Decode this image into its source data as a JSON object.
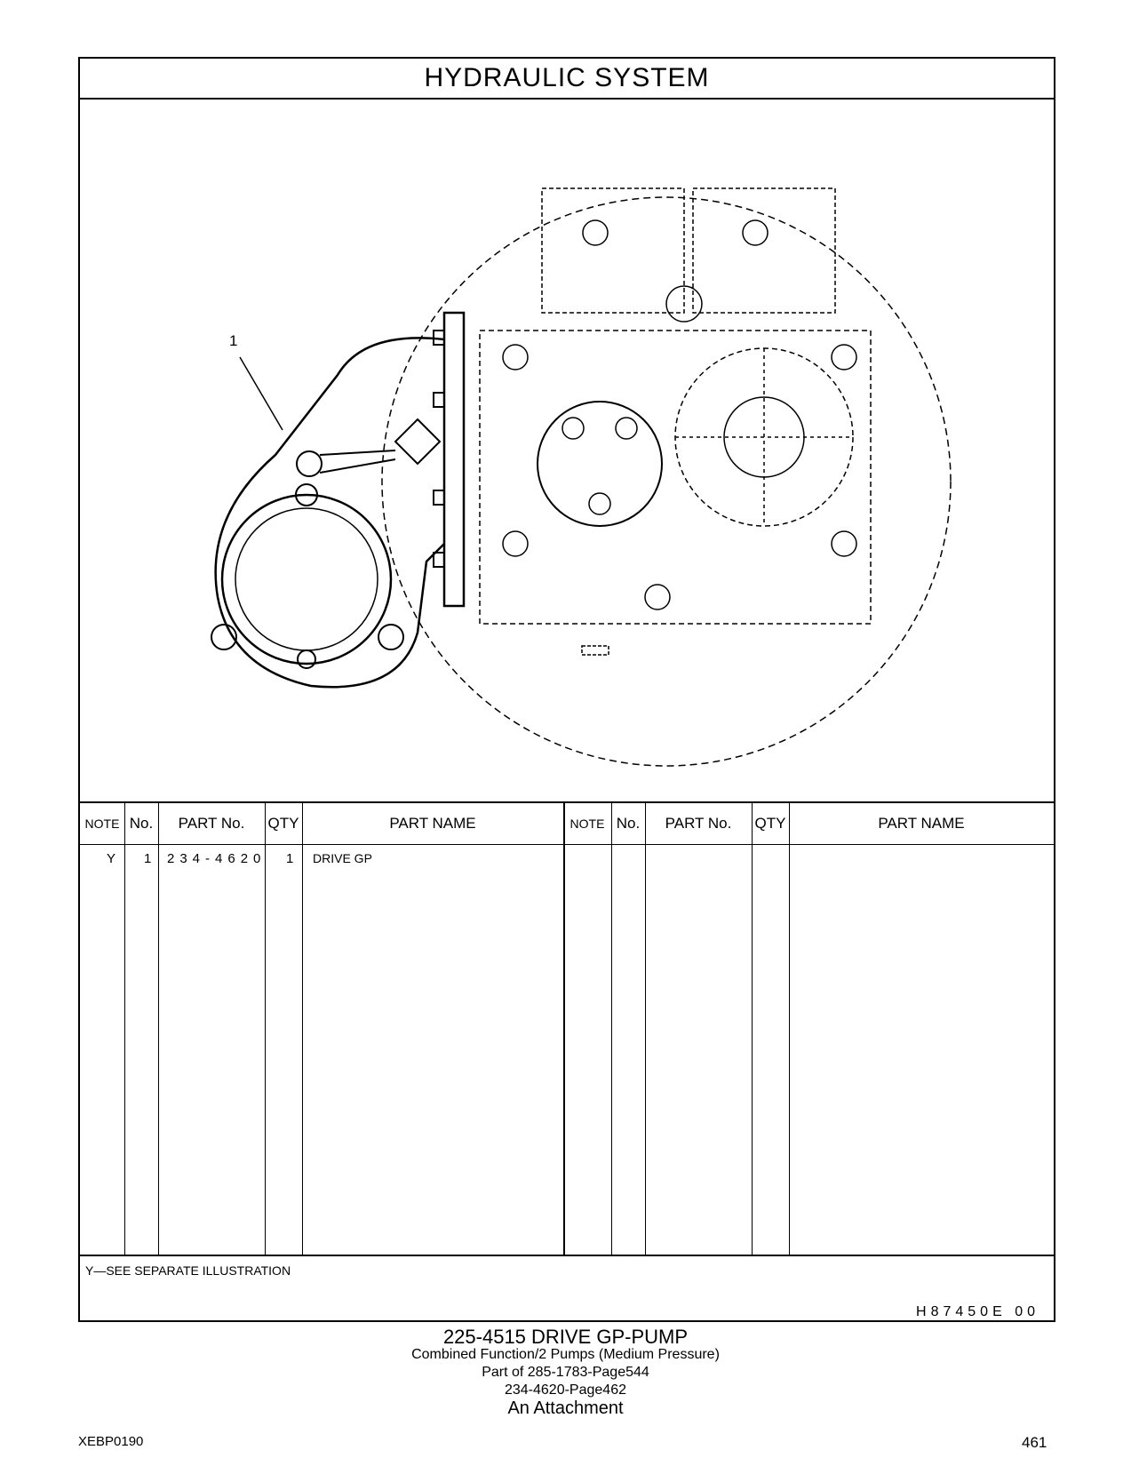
{
  "page": {
    "section_title": "HYDRAULIC   SYSTEM",
    "callout": "1"
  },
  "table": {
    "headers": {
      "note": "NOTE",
      "no": "No.",
      "part_no": "PART No.",
      "qty": "QTY",
      "part_name": "PART NAME"
    },
    "rows": [
      {
        "note": "Y",
        "no": "1",
        "part_no": "234-4620",
        "qty": "1",
        "part_name": "DRIVE  GP"
      }
    ]
  },
  "footnote": "Y—SEE  SEPARATE  ILLUSTRATION",
  "illustration_code": "H87450E   00",
  "caption": {
    "line1": "225-4515   DRIVE  GP-PUMP",
    "line2": "Combined  Function/2  Pumps (Medium  Pressure)",
    "line3": "Part of 285-1783-Page544",
    "line4": "234-4620-Page462",
    "line5": "An Attachment"
  },
  "doc_id": "XEBP0190",
  "page_number": "461"
}
